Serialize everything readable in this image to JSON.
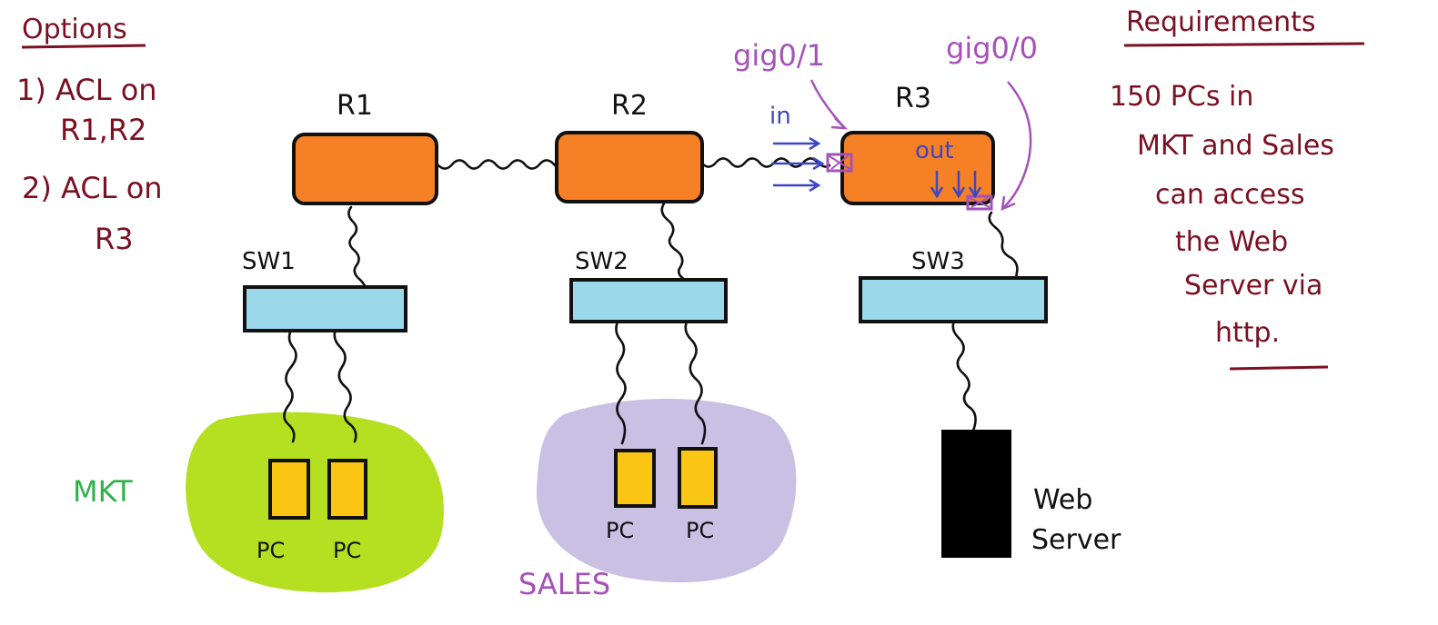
{
  "options": {
    "title": "Options",
    "item1_line1": "1) ACL on",
    "item1_line2": "R1,R2",
    "item2_line1": "2) ACL on",
    "item2_line2": "R3"
  },
  "requirements": {
    "title": "Requirements",
    "lines": [
      "150 PCs in",
      "MKT and Sales",
      "can access",
      "the Web",
      "Server via",
      "http."
    ]
  },
  "routers": [
    {
      "label": "R1"
    },
    {
      "label": "R2"
    },
    {
      "label": "R3"
    }
  ],
  "switches": [
    {
      "label": "SW1"
    },
    {
      "label": "SW2"
    },
    {
      "label": "SW3"
    }
  ],
  "interfaces": {
    "gig01": "gig0/1",
    "gig00": "gig0/0",
    "in_label": "in",
    "out_label": "out"
  },
  "groups": {
    "mkt": "MKT",
    "sales": "SALES"
  },
  "pcs": [
    {
      "label": "PC"
    },
    {
      "label": "PC"
    },
    {
      "label": "PC"
    },
    {
      "label": "PC"
    }
  ],
  "server": {
    "line1": "Web",
    "line2": "Server"
  },
  "colors": {
    "router_fill": "#f58025",
    "switch_fill": "#9ad8ea",
    "pc_fill": "#fbc513",
    "server_fill": "#000000",
    "mkt_blob": "#b5e022",
    "sales_blob": "#c9c0e3",
    "maroon_ink": "#7a1022",
    "purple_ink": "#a552b8",
    "blue_ink": "#3d47c4",
    "green_ink": "#2fb24a"
  }
}
